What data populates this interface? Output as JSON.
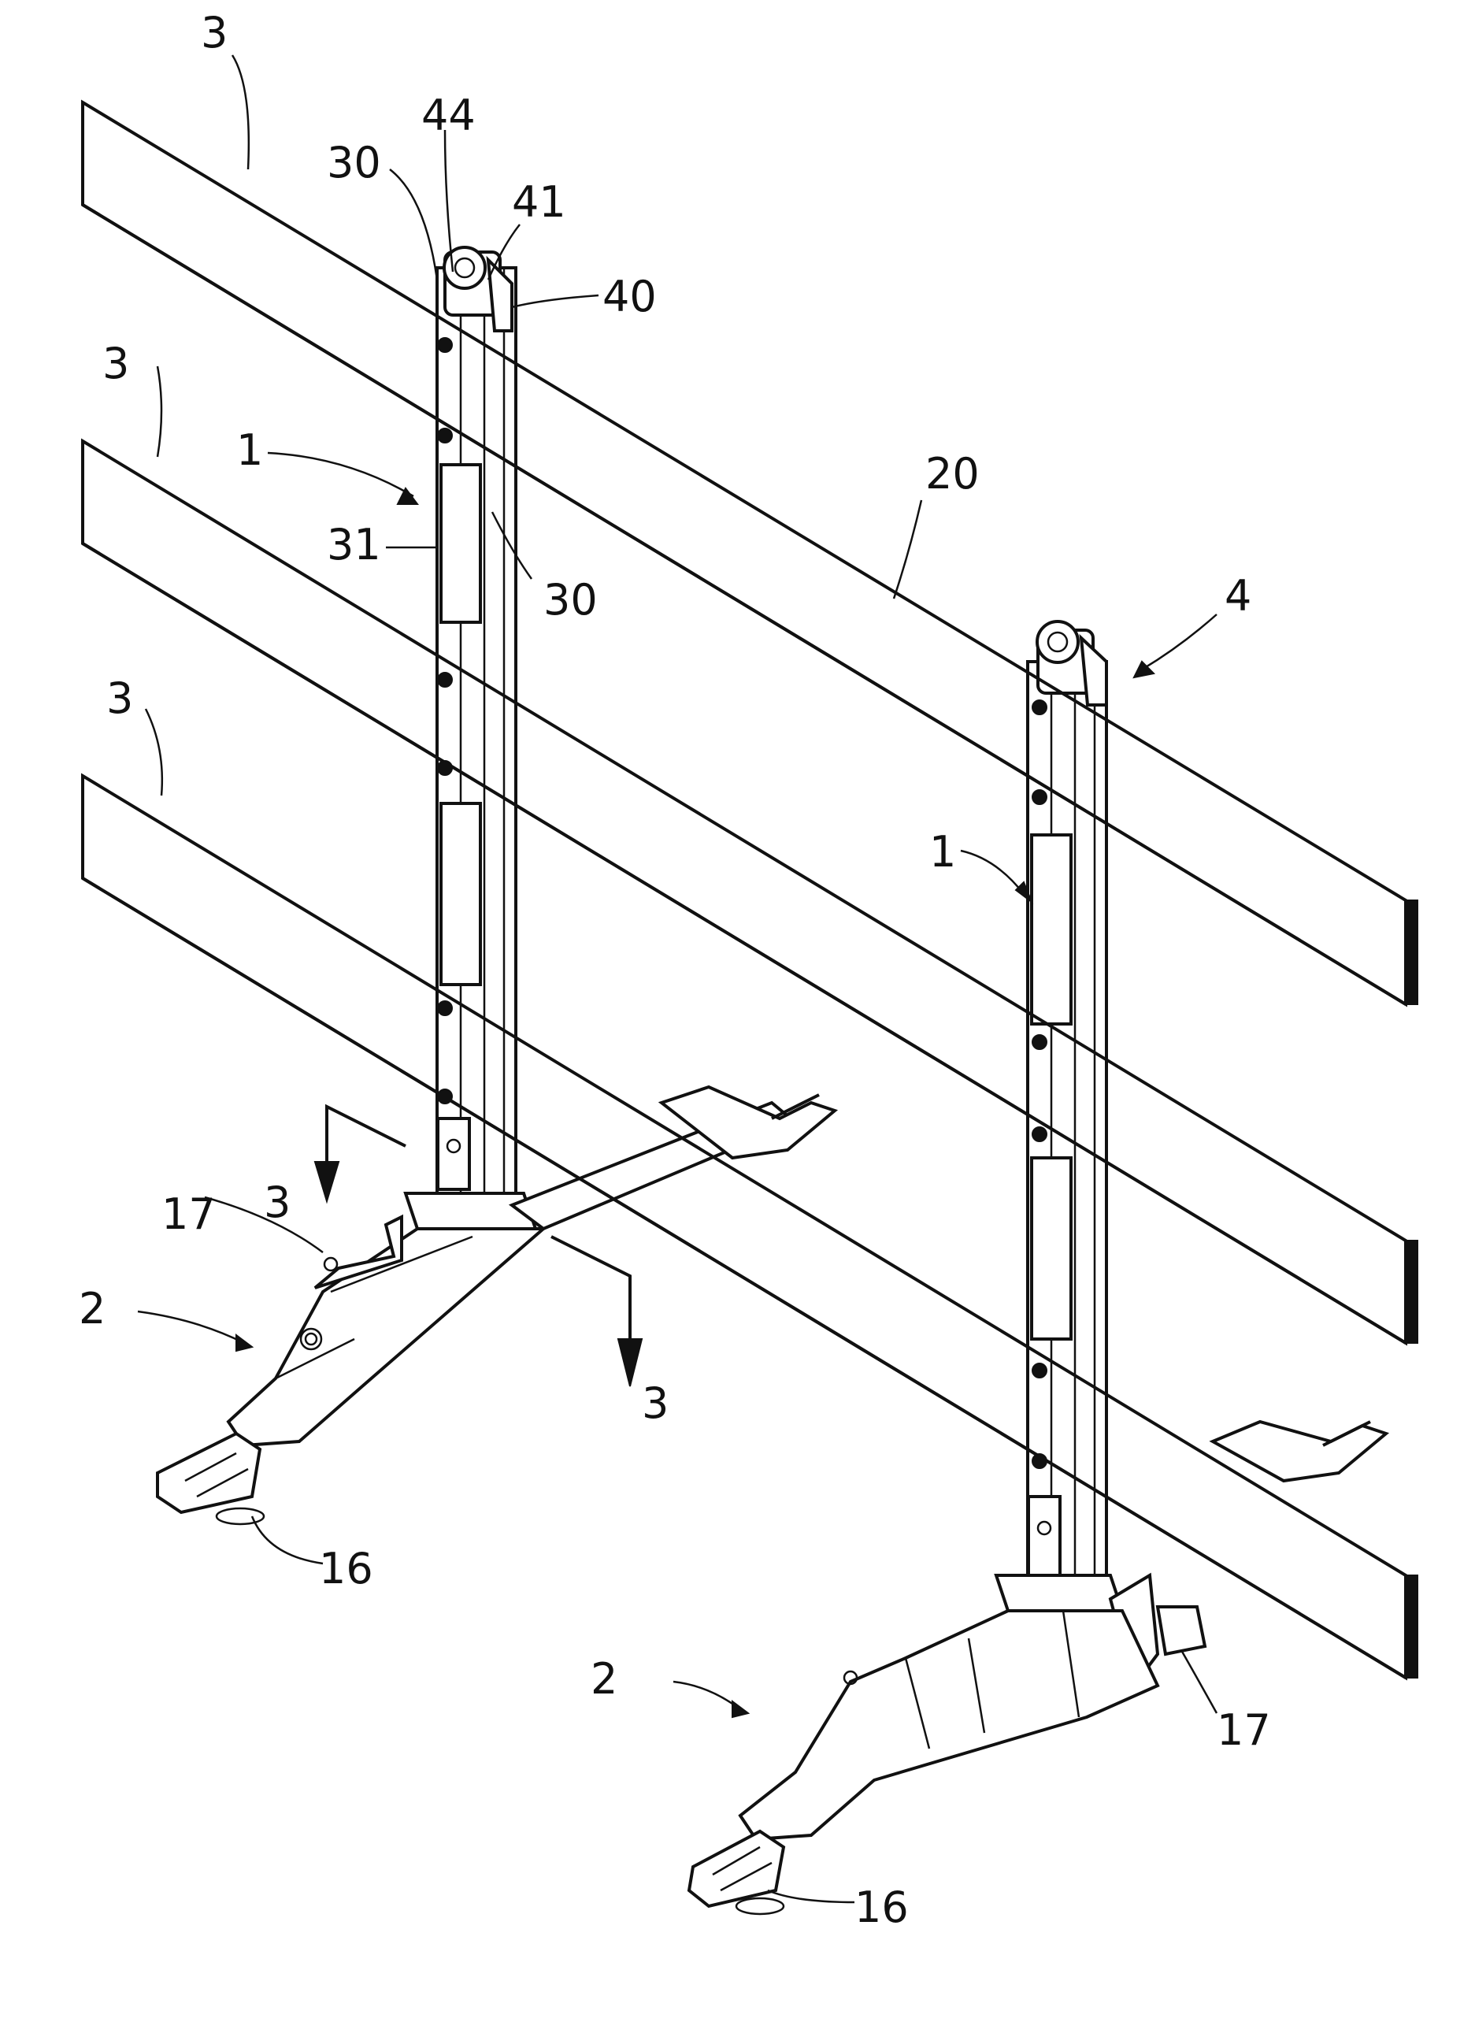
{
  "labels": {
    "upper_left_rail": "3",
    "middle_left_rail": "3",
    "lower_left_rail": "3",
    "tag_44": "44",
    "tag_30_top": "30",
    "tag_41": "41",
    "tag_40": "40",
    "tag_1_left": "1",
    "tag_31": "31",
    "tag_30_mid": "30",
    "tag_20": "20",
    "tag_4": "4",
    "tag_1_right": "1",
    "section_3_left": "3",
    "section_3_right": "3",
    "tag_17_left": "17",
    "tag_2_left": "2",
    "tag_16_left": "16",
    "tag_2_right": "2",
    "tag_17_right": "17",
    "tag_16_right": "16"
  }
}
